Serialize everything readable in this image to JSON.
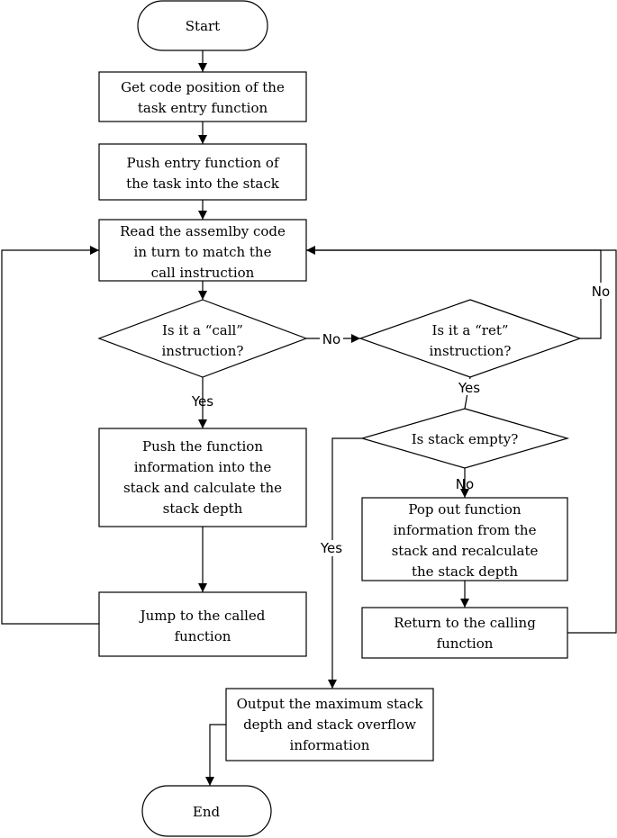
{
  "nodes": {
    "start": {
      "lines": [
        "Start"
      ]
    },
    "get_entry": {
      "lines": [
        "Get code position of the",
        "task entry function"
      ]
    },
    "push_entry": {
      "lines": [
        "Push entry function of",
        "the task into the stack"
      ]
    },
    "read_code": {
      "lines": [
        "Read the assemlby code",
        "in turn to match the",
        "call instruction"
      ]
    },
    "is_call": {
      "lines": [
        "Is it a “call”",
        "instruction?"
      ]
    },
    "is_ret": {
      "lines": [
        "Is it a “ret”",
        "instruction?"
      ]
    },
    "push_func": {
      "lines": [
        "Push the function",
        "information into the",
        "stack and calculate the",
        "stack depth"
      ]
    },
    "is_empty": {
      "lines": [
        "Is stack empty?"
      ]
    },
    "pop_func": {
      "lines": [
        "Pop out function",
        "information from the",
        "stack and recalculate",
        "the stack depth"
      ]
    },
    "jump": {
      "lines": [
        "Jump to the called",
        "function"
      ]
    },
    "return": {
      "lines": [
        "Return to the calling",
        "function"
      ]
    },
    "output": {
      "lines": [
        "Output the maximum stack",
        "depth and stack overflow",
        "information"
      ]
    },
    "end": {
      "lines": [
        "End"
      ]
    }
  },
  "edge_labels": {
    "call_no": "No",
    "call_yes": "Yes",
    "ret_no": "No",
    "ret_yes": "Yes",
    "empty_no": "No",
    "empty_yes": "Yes"
  }
}
